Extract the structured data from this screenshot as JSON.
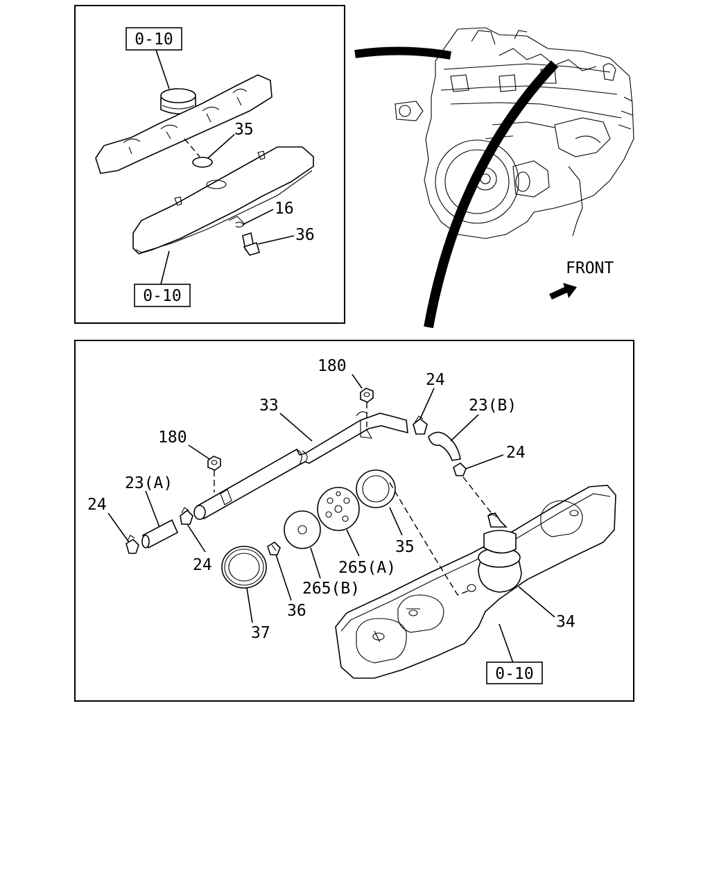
{
  "top_left_panel": {
    "ref_top": "0-10",
    "ref_bottom": "0-10",
    "callouts": {
      "c35": "35",
      "c16": "16",
      "c36": "36"
    }
  },
  "engine_view": {
    "direction_label": "FRONT"
  },
  "bottom_panel": {
    "ref_cover": "0-10",
    "callouts": {
      "c180_top": "180",
      "c24_top": "24",
      "c33": "33",
      "c23b": "23(B)",
      "c180_left": "180",
      "c24_right": "24",
      "c23a": "23(A)",
      "c24_left": "24",
      "c24_mid": "24",
      "c35": "35",
      "c265a": "265(A)",
      "c265b": "265(B)",
      "c36": "36",
      "c37": "37",
      "c34": "34"
    }
  }
}
